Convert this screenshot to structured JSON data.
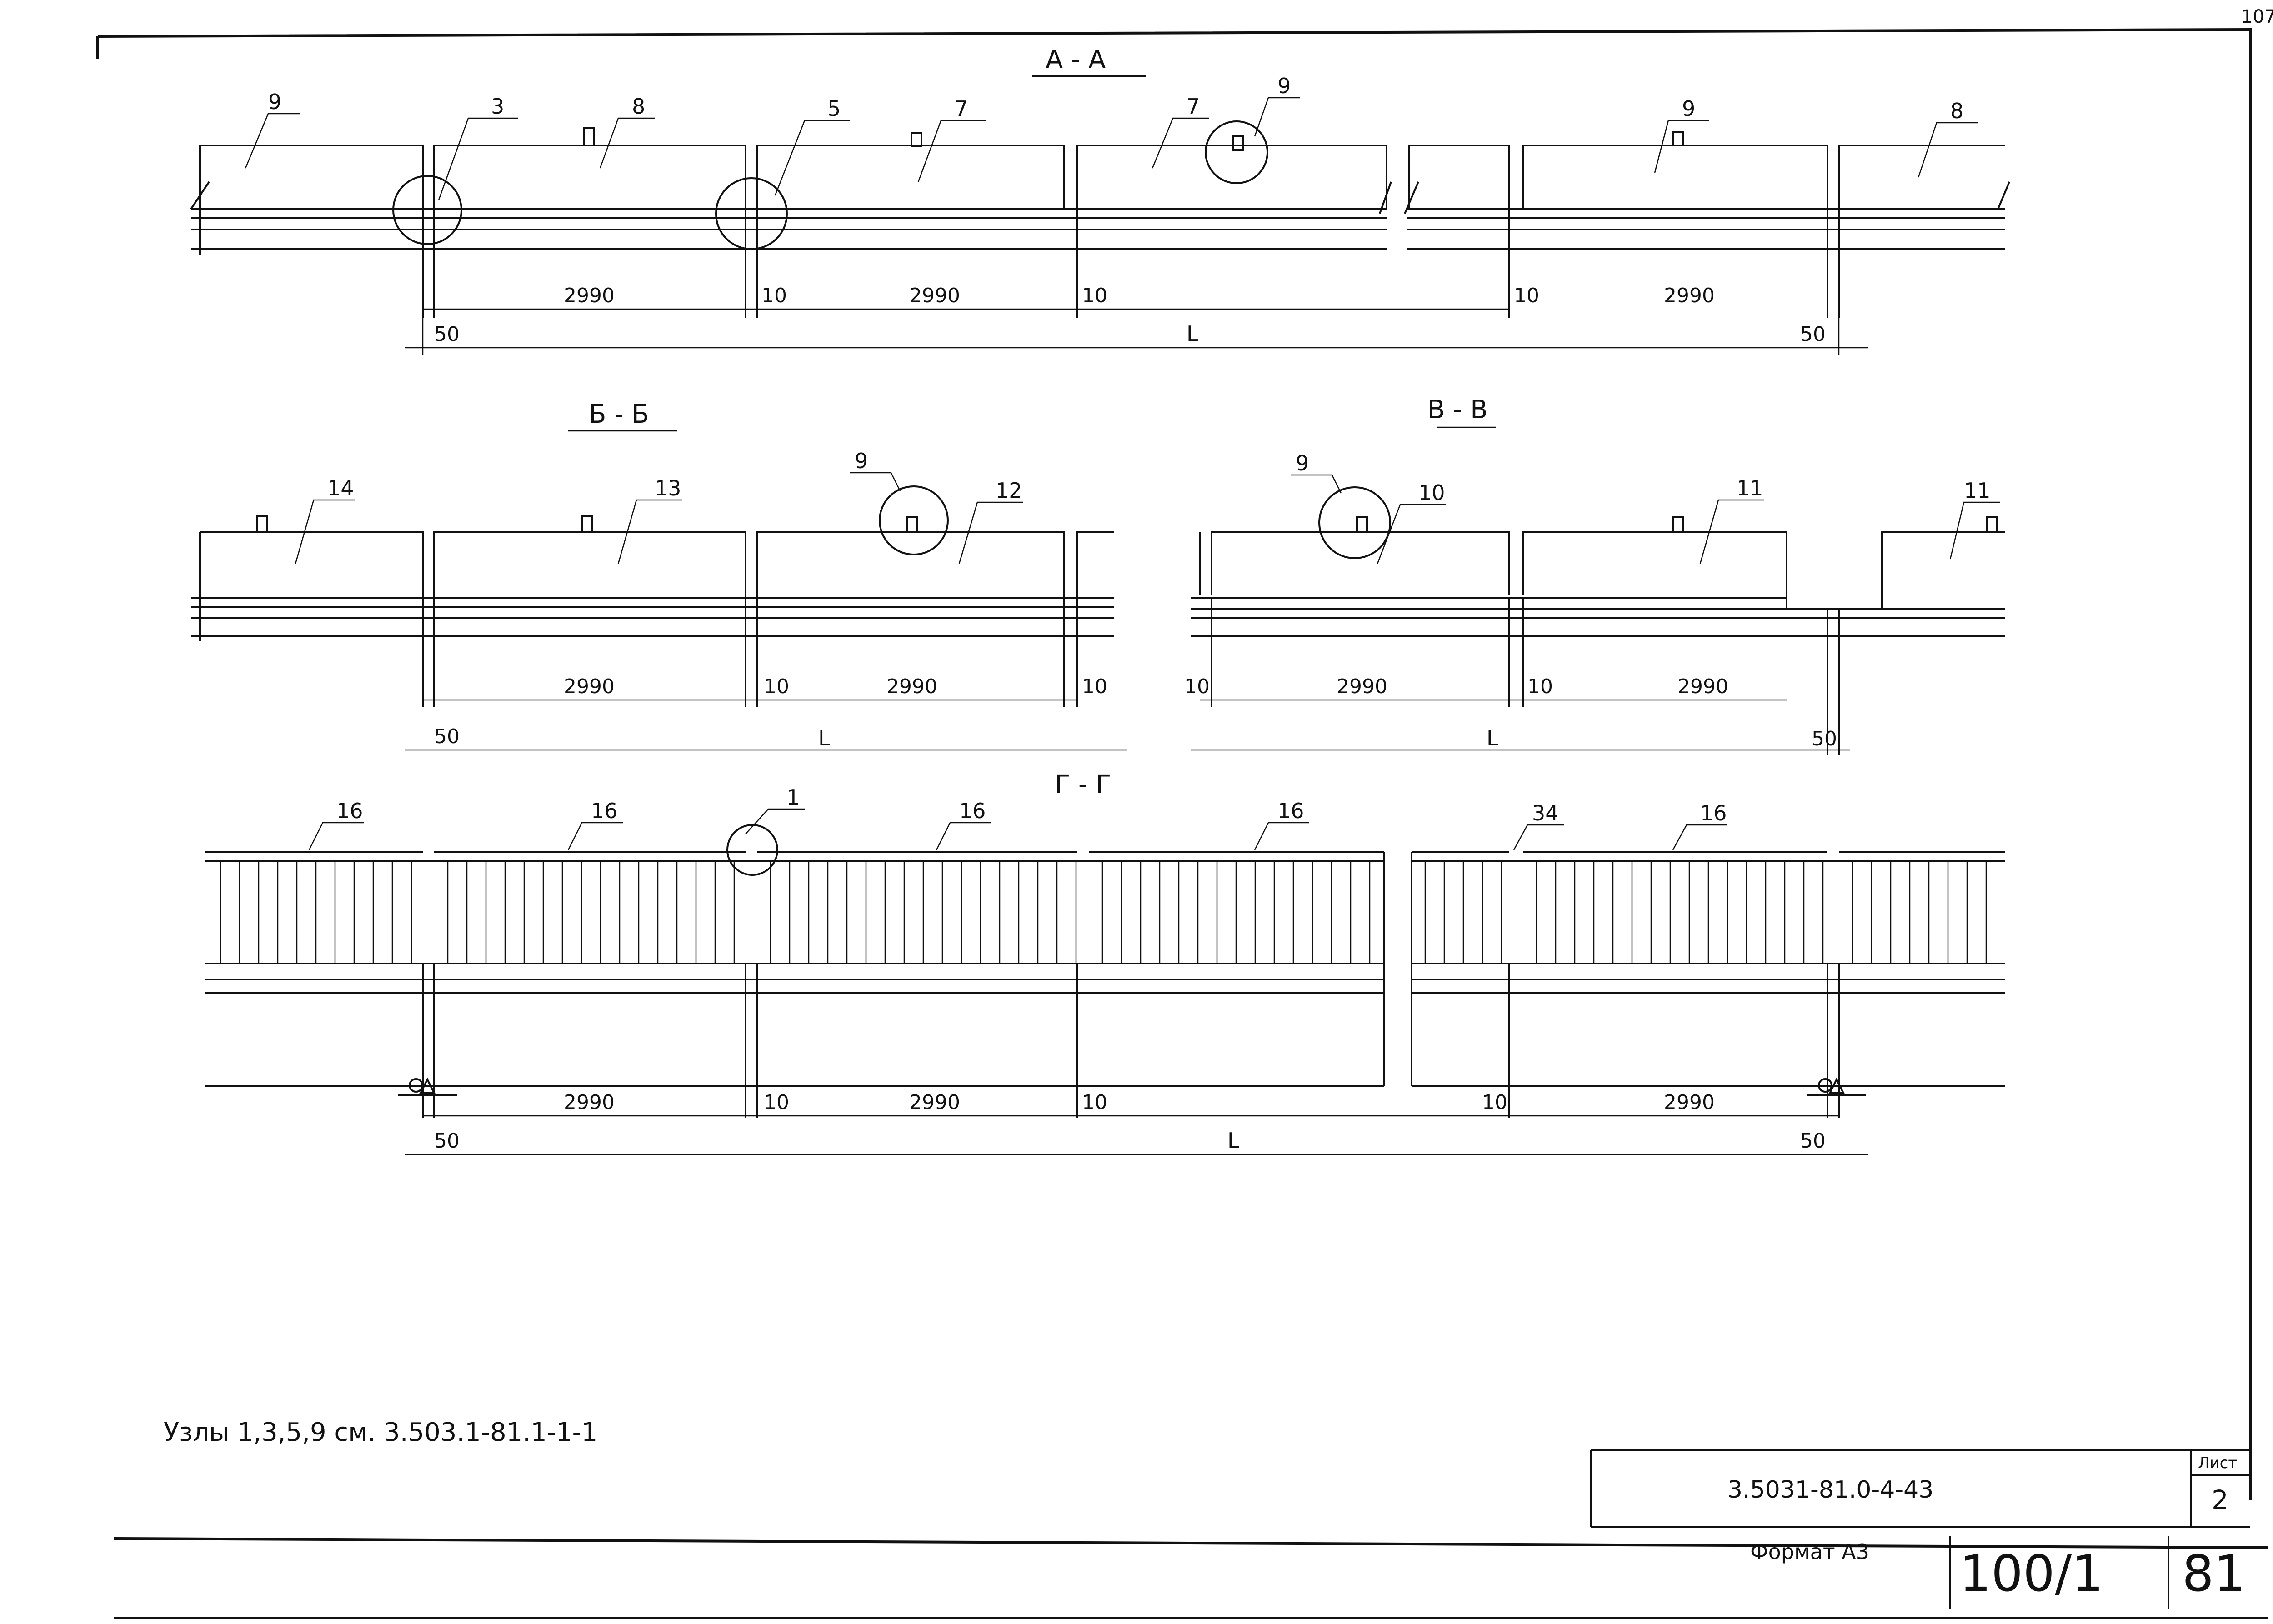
{
  "corner_mark": "107",
  "sections": [
    {
      "key": "aa",
      "title": "А - А",
      "labels": [
        "9",
        "3",
        "8",
        "5",
        "7",
        "7",
        "9",
        "9",
        "8"
      ]
    },
    {
      "key": "bb",
      "title": "Б - Б",
      "labels": [
        "14",
        "13",
        "9",
        "12"
      ]
    },
    {
      "key": "vv",
      "title": "В - В",
      "labels": [
        "9",
        "10",
        "11",
        "11"
      ]
    },
    {
      "key": "gg",
      "title": "Г - Г",
      "labels": [
        "16",
        "16",
        "1",
        "16",
        "16",
        "34",
        "16"
      ]
    }
  ],
  "dims": {
    "span": "2990",
    "gap": "10",
    "edge": "50",
    "total": "L"
  },
  "note": "Узлы 1,3,5,9 см. 3.503.1-81.1-1-1",
  "title_block": {
    "code": "3.5031-81.0-4-43",
    "sheet_label": "Лист",
    "sheet_number": "2",
    "format": "Формат А3",
    "album": "100/1",
    "page": "81"
  }
}
